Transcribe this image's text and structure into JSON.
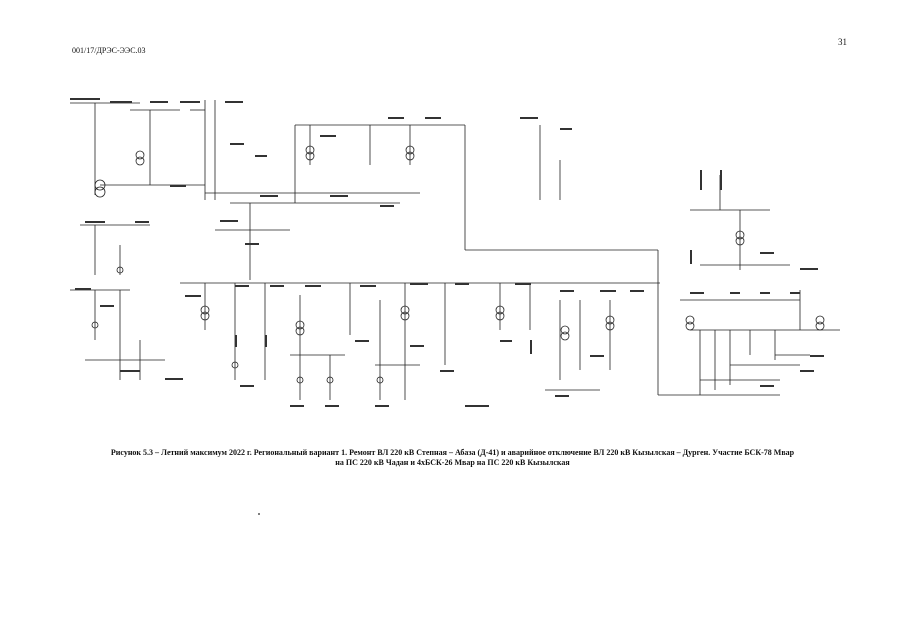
{
  "header": {
    "doc_code": "001/17/ДРЭС-ЭЭС.03",
    "page_number": "31"
  },
  "diagram": {
    "kind": "power-grid-single-line-schematic"
  },
  "caption": {
    "line1": "Рисунок 5.3 – Летний максимум 2022 г. Региональный вариант 1. Ремонт ВЛ 220 кВ Степная – Абаза (Д-41) и аварийное отключение ВЛ 220 кВ Кызылская – Дурген. Участие БСК-78 Мвар",
    "line2": "на ПС 220 кВ Чадан и 4хБСК-26 Мвар на ПС 220 кВ Кызылская"
  }
}
